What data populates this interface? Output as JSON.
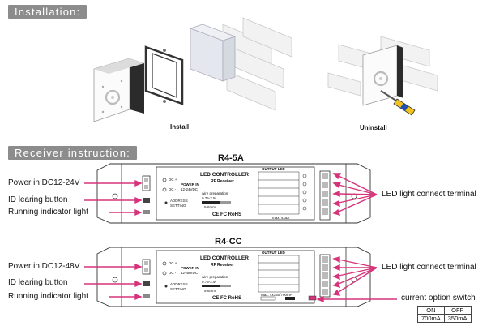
{
  "sections": {
    "installation": "Installation:",
    "receiver": "Receiver instruction:"
  },
  "installation": {
    "install_caption": "Install",
    "uninstall_caption": "Uninstall"
  },
  "r45a": {
    "title": "R4-5A",
    "left_labels": [
      "Power in DC12-24V",
      "ID learing button",
      "Running indicator light"
    ],
    "right_label": "LED light connect terminal",
    "dc_plus": "DC +",
    "dc_minus": "DC -",
    "power_in": "POWER IN",
    "power_range": "12-24VDC",
    "address": "ADDRESS",
    "setting": "SETTING",
    "device_name": "LED CONTROLLER",
    "device_sub": "RF Receiver",
    "wire_prep": "wire preparation",
    "wire_size": "0.75-2.5²",
    "wire_len": "5-6mm",
    "marks": "CE FC RoHS",
    "output_led": "OUTPUT LED",
    "max": "max. 4x5A"
  },
  "r4cc": {
    "title": "R4-CC",
    "left_labels": [
      "Power in DC12-48V",
      "ID learing button",
      "Running indicator light"
    ],
    "right_labels": [
      "LED light connect terminal",
      "current option switch"
    ],
    "dc_plus": "DC +",
    "dc_minus": "DC -",
    "power_in": "POWER IN",
    "power_range": "12-48VDC",
    "address": "ADDRESS",
    "setting": "SETTING",
    "device_name": "LED CONTROLLER",
    "device_sub": "RF Receiver",
    "wire_prep": "wire preparation",
    "wire_size": "0.75-2.5²",
    "wire_len": "5-6mm",
    "marks": "CE FC RoHS",
    "output_led": "OUTPUT LED",
    "max": "max. 4x350/700mA"
  },
  "option_table": {
    "headers": [
      "ON",
      "OFF"
    ],
    "values": [
      "700mA",
      "350mA"
    ]
  },
  "colors": {
    "header_bg": "#8c8c8c",
    "arrow": "#d6337a"
  }
}
